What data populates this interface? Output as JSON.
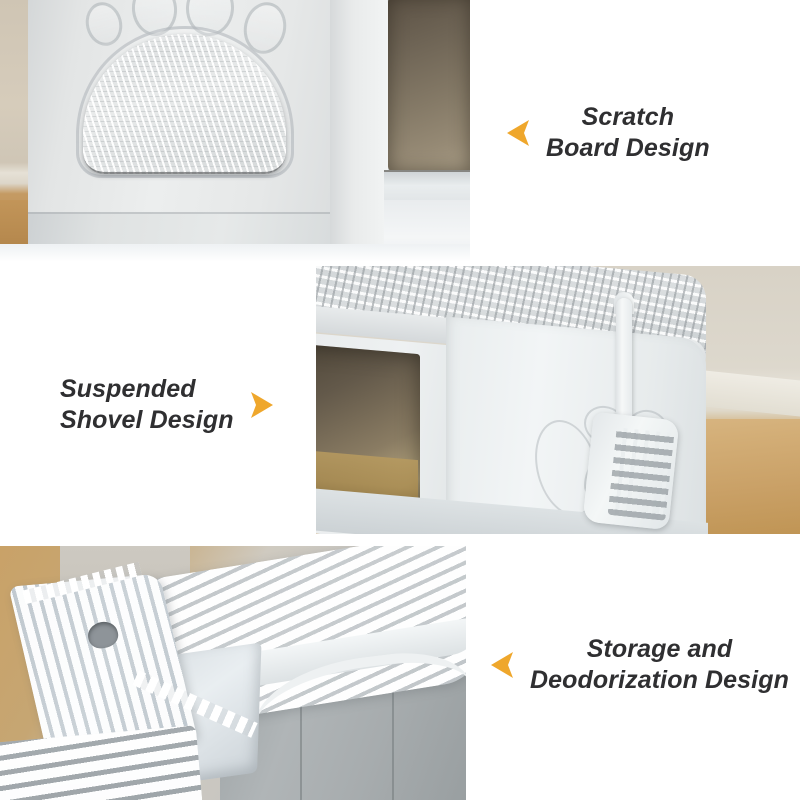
{
  "infographic": {
    "title": "Cat Litter Box Feature Infographic",
    "background_color": "#ffffff",
    "accent_color": "#efa72c",
    "text_color": "#2f2f31"
  },
  "panels": [
    {
      "id": "scratch-board",
      "caption": "Scratch\nBoard Design",
      "arrow_direction": "left",
      "arrow_icon": "chevron-left-icon",
      "caption_alignment": "center",
      "photo_alt": "Close-up of the litter box side wall showing an embossed paw print outline with a textured half-moon scratch board insert"
    },
    {
      "id": "suspended-shovel",
      "caption": "Suspended\nShovel Design",
      "arrow_direction": "right",
      "arrow_icon": "chevron-right-icon",
      "caption_alignment": "left",
      "photo_alt": "Litter box corner with a plastic slotted scoop hanging from a hook on the side panel, grated top lid and tinted front door"
    },
    {
      "id": "storage-deodorization",
      "caption": "Storage and\nDeodorization Design",
      "arrow_direction": "left",
      "arrow_icon": "chevron-left-icon",
      "caption_alignment": "center",
      "photo_alt": "Open top of the litter box showing the slotted deodorizing grate panel and an opened storage compartment with lifted lid"
    }
  ]
}
